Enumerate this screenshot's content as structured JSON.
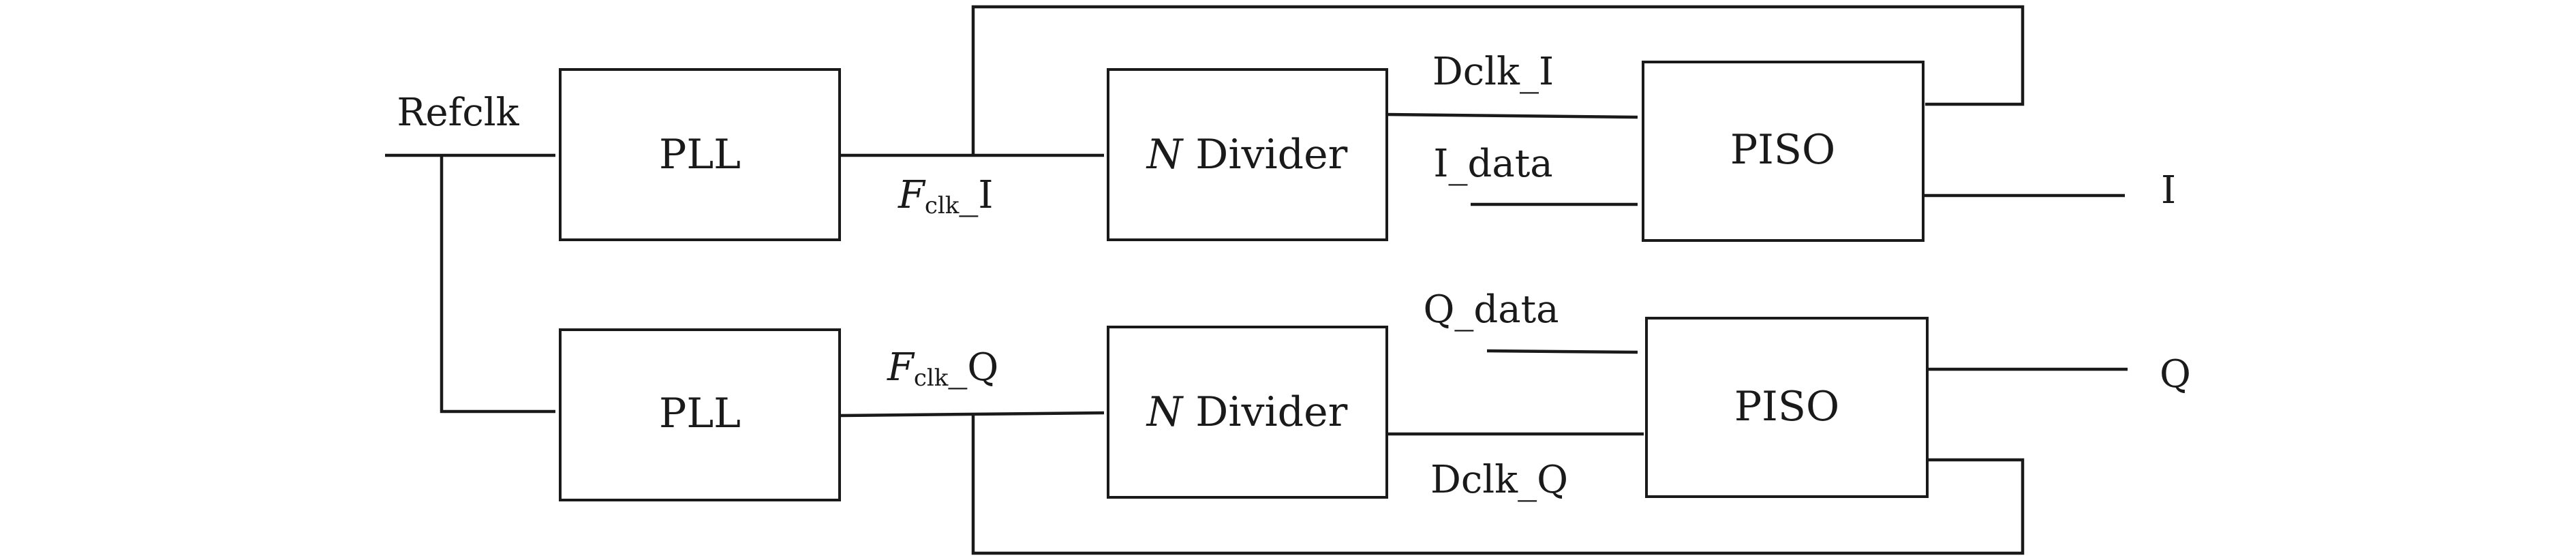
{
  "blocks": {
    "pll_top": "PLL",
    "pll_bottom": "PLL",
    "div_top_n": "N",
    "div_top_rest": "Divider",
    "div_bottom_n": "N",
    "div_bottom_rest": "Divider",
    "piso_top": "PISO",
    "piso_bottom": "PISO"
  },
  "signals": {
    "refclk": "Refclk",
    "fclk_top": {
      "base": "F",
      "sub": "clk",
      "suffix": "_I"
    },
    "fclk_bottom": {
      "base": "F",
      "sub": "clk",
      "suffix": "_Q"
    },
    "dclk_i": "Dclk_I",
    "i_data": "I_data",
    "q_data": "Q_data",
    "dclk_q": "Dclk_Q",
    "out_i": "I",
    "out_q": "Q"
  }
}
